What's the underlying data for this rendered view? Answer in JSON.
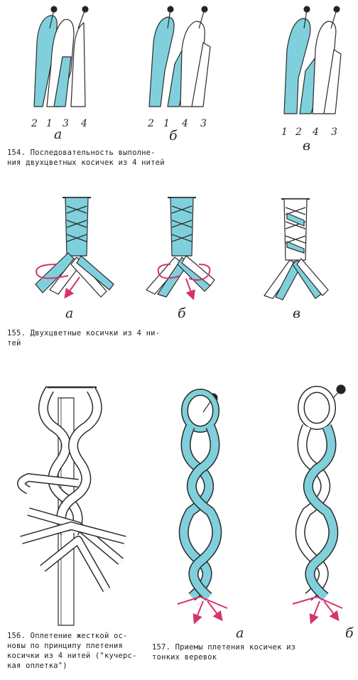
{
  "fig154": {
    "caption_line1": "154. Последовательность выполне-",
    "caption_line2": "ния двухцветных косичек из 4 нитей",
    "panel_a": {
      "letter": "а",
      "numbers": [
        "2",
        "1",
        "3",
        "4"
      ]
    },
    "panel_b": {
      "letter": "б",
      "numbers": [
        "2",
        "1",
        "4",
        "3"
      ]
    },
    "panel_c": {
      "letter": "в",
      "numbers": [
        "1",
        "2",
        "4",
        "3"
      ]
    }
  },
  "fig155": {
    "caption_line1": "155. Двухцветные косички из 4 ни-",
    "caption_line2": "тей",
    "letters": [
      "а",
      "б",
      "в"
    ]
  },
  "fig156": {
    "caption_line1": "156. Оплетение жесткой ос-",
    "caption_line2": "новы по принципу плетения",
    "caption_line3": "косички из 4 нитей (\"кучерс-",
    "caption_line4": "кая оплетка\")"
  },
  "fig157": {
    "caption_line1": "157. Приемы плетения косичек из",
    "caption_line2": "тонких веревок",
    "letters": [
      "а",
      "б"
    ]
  },
  "colors": {
    "cyan": "#7fd0dc",
    "cyan_dark": "#3aa7b8",
    "outline": "#2b2b2b",
    "arrow": "#d6336c",
    "white_strand": "#ffffff"
  }
}
